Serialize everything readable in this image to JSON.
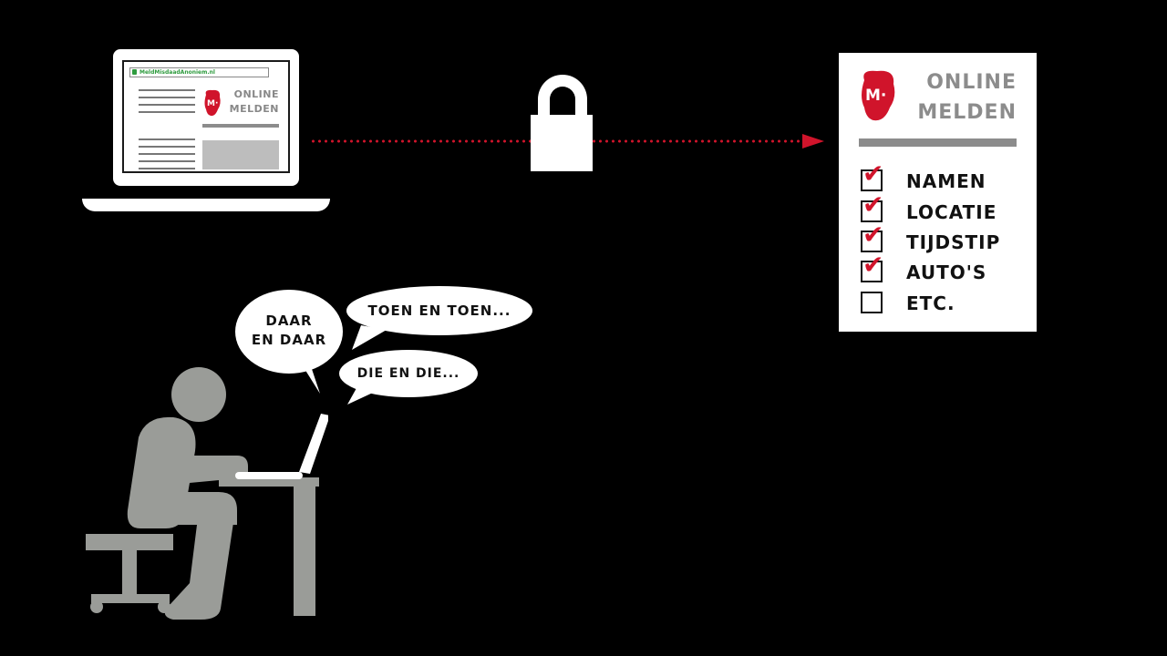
{
  "laptop": {
    "url": "MeldMisdaadAnoniem.nl",
    "title_line1": "ONLINE",
    "title_line2": "MELDEN"
  },
  "card": {
    "title_line1": "ONLINE",
    "title_line2": "MELDEN",
    "items": [
      {
        "label": "NAMEN",
        "checked": true
      },
      {
        "label": "LOCATIE",
        "checked": true
      },
      {
        "label": "TIJDSTIP",
        "checked": true
      },
      {
        "label": "AUTO'S",
        "checked": true
      },
      {
        "label": "ETC.",
        "checked": false
      }
    ]
  },
  "bubbles": {
    "left_line1": "DAAR",
    "left_line2": "EN DAAR",
    "top_right": "TOEN EN TOEN...",
    "bottom_right": "DIE EN DIE..."
  },
  "colors": {
    "accent": "#d0142b",
    "figure": "#9a9c98",
    "url_green": "#2e9b3e",
    "gray": "#8c8c8c"
  }
}
